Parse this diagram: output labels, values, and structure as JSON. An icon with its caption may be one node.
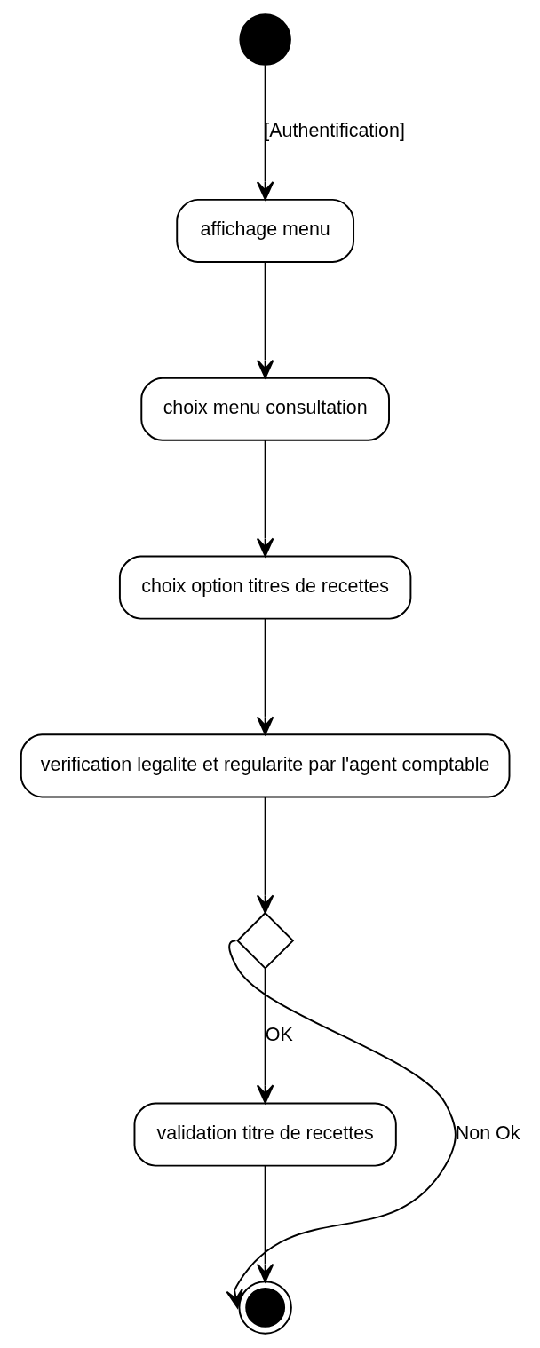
{
  "diagram": {
    "nodes": [
      {
        "text": [],
        "shape": "circle"
      },
      {
        "text": [
          "affichage menu"
        ]
      },
      {
        "text": [
          "choix menu consultation"
        ]
      },
      {
        "text": [
          "choix option titres de recettes"
        ]
      },
      {
        "text": [
          "verification legalite et regularite par l'agent comptable"
        ]
      },
      {
        "text": [],
        "shape": "diamond"
      },
      {
        "text": [
          "validation titre de recettes"
        ]
      },
      {
        "text": [],
        "shape": "bullseye"
      }
    ],
    "edges": [
      {
        "from": 0,
        "to": 1,
        "arrow": "to",
        "label": "[Authentification]"
      },
      {
        "from": 1,
        "to": 2,
        "arrow": "to"
      },
      {
        "from": 2,
        "to": 3,
        "arrow": "to"
      },
      {
        "from": 3,
        "to": 4,
        "arrow": "to"
      },
      {
        "from": 4,
        "to": 5,
        "arrow": "to"
      },
      {
        "from": 5,
        "to": 6,
        "arrow": "to",
        "label": "OK"
      },
      {
        "from": 6,
        "to": 7,
        "arrow": "to"
      },
      {
        "from": 5,
        "to": 7,
        "arrow": "to",
        "label": "Non Ok"
      }
    ]
  }
}
